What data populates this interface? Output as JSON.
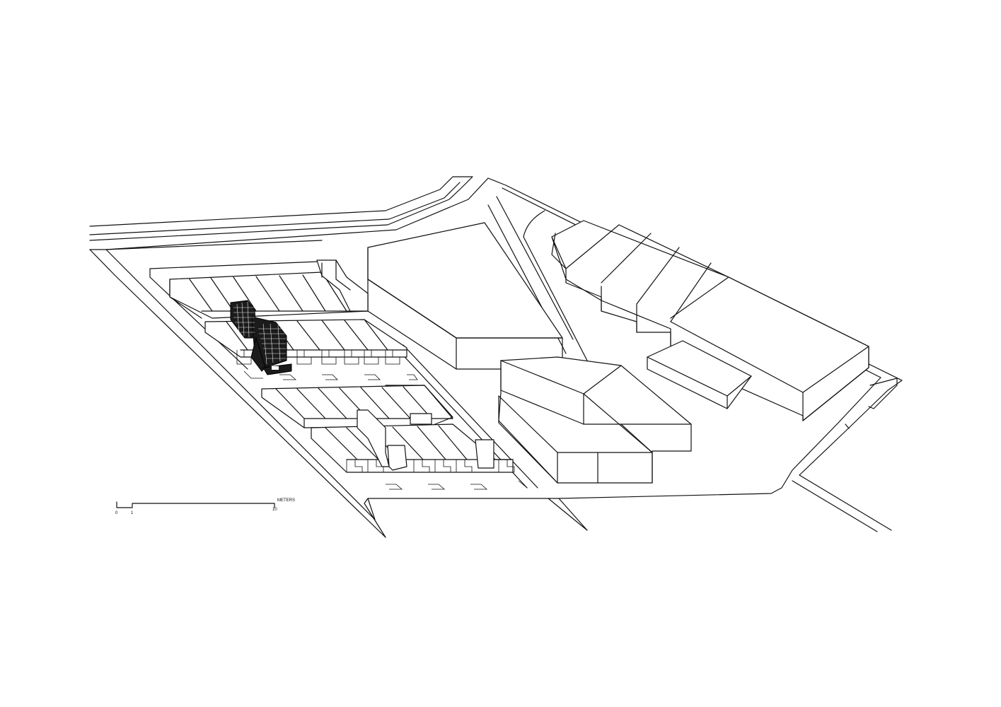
{
  "scale_bar": {
    "unit_label": "METERS",
    "ticks": [
      "0",
      "1",
      "10"
    ]
  },
  "colors": {
    "line": "#111111",
    "highlight_block": "#1b1b1b",
    "background": "#ffffff"
  }
}
